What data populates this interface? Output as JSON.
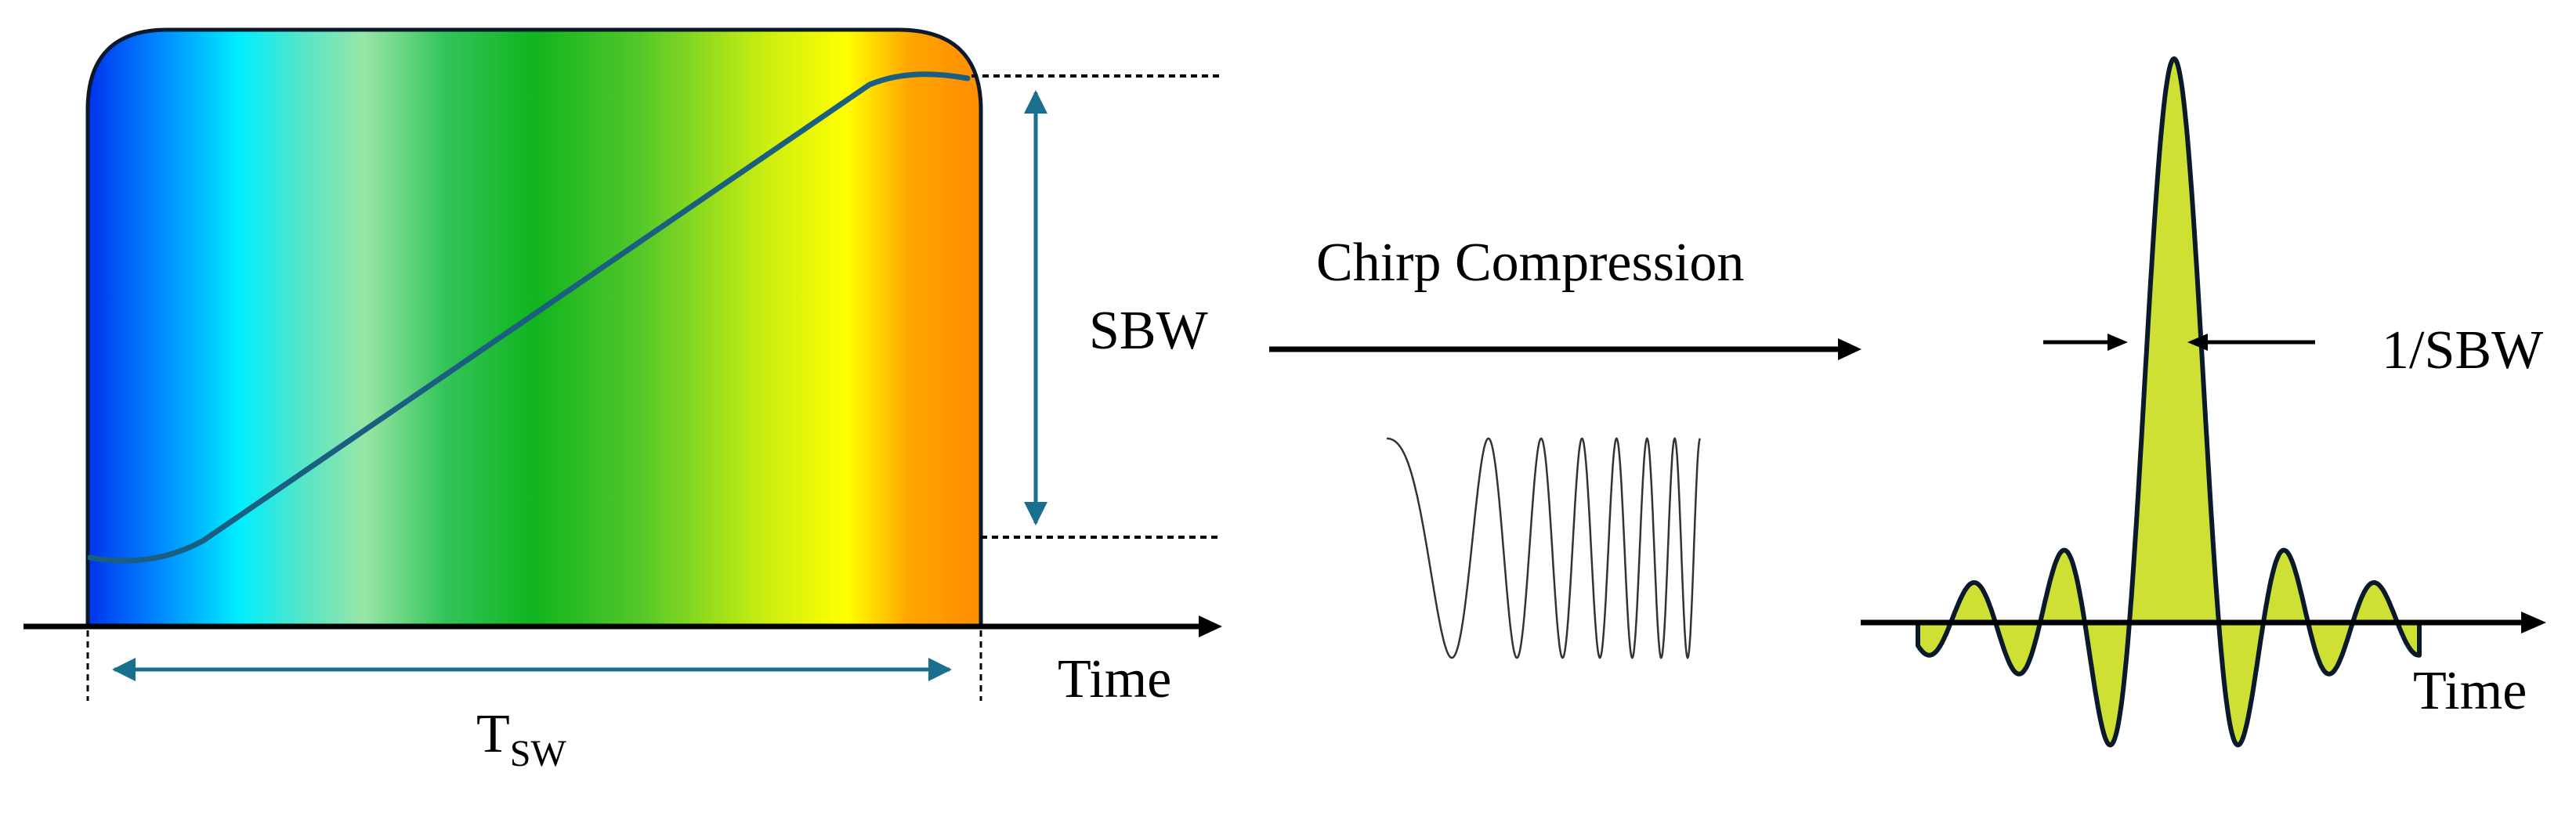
{
  "left_panel": {
    "axis_label": "Time",
    "bandwidth_label": "SBW",
    "duration_label_main": "T",
    "duration_label_sub": "SW",
    "colors": {
      "spectrum": [
        "#0033ee",
        "#0088ff",
        "#00eeff",
        "#55e5c8",
        "#99e6a6",
        "#33c45a",
        "#11b41e",
        "#55c82a",
        "#ccee11",
        "#ffff00",
        "#ffa500",
        "#ff8c00"
      ],
      "sweep_line": "#1a5f80",
      "arrow": "#1a6e8e",
      "outline": "#0b1a2a"
    }
  },
  "middle": {
    "title": "Chirp Compression",
    "chirp_icon": "chirp-waveform-icon"
  },
  "right_panel": {
    "axis_label": "Time",
    "width_label": "1/SBW",
    "colors": {
      "pulse_fill": "#cde033",
      "pulse_outline": "#0b1a2a"
    }
  }
}
